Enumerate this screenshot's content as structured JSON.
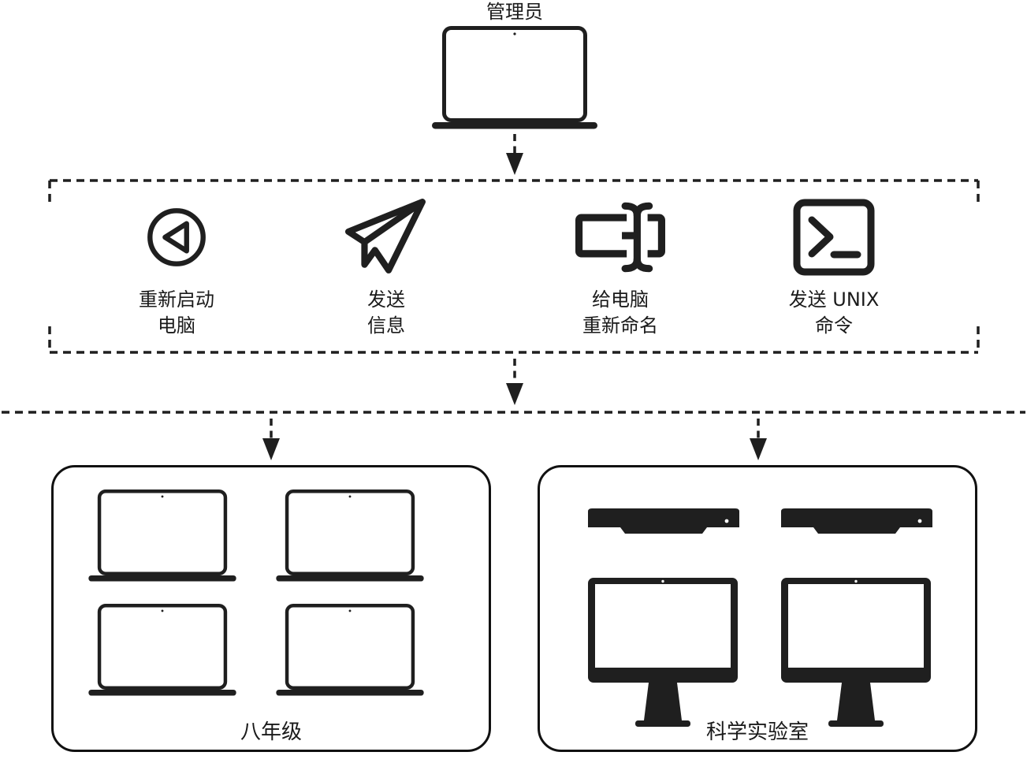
{
  "admin": {
    "label": "管理员",
    "device_icon": "laptop-open-icon"
  },
  "actions": {
    "items": [
      {
        "icon": "restart-icon",
        "label": "重新启动\n电脑"
      },
      {
        "icon": "send-message-icon",
        "label": "发送\n信息"
      },
      {
        "icon": "rename-icon",
        "label": "给电脑\n重新命名"
      },
      {
        "icon": "terminal-icon",
        "label": "发送 UNIX\n命令"
      }
    ]
  },
  "groups": {
    "left": {
      "label": "八年级",
      "devices": [
        "laptop-open",
        "laptop-open",
        "laptop-open",
        "laptop-open"
      ]
    },
    "right": {
      "label": "科学实验室",
      "devices": [
        "laptop-closed",
        "laptop-closed",
        "desktop-monitor",
        "desktop-monitor"
      ]
    }
  },
  "colors": {
    "ink": "#1f1f1f",
    "background": "#ffffff"
  }
}
